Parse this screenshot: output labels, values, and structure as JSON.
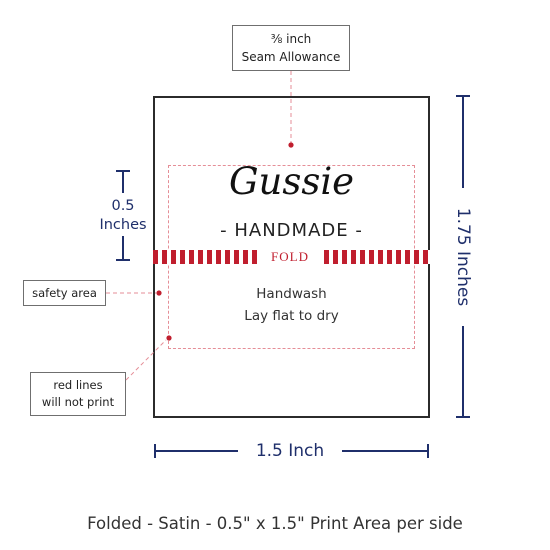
{
  "callouts": {
    "seam_allowance": [
      "⅜ inch",
      "Seam Allowance"
    ],
    "safety_area": "safety area",
    "red_lines": [
      "red lines",
      "will not print"
    ]
  },
  "label": {
    "brand": "Gussie",
    "subtitle": "- HANDMADE -",
    "fold": "FOLD",
    "care": [
      "Handwash",
      "Lay flat to dry"
    ]
  },
  "dimensions": {
    "half_height": [
      "0.5",
      "Inches"
    ],
    "height": "1.75 Inches",
    "width": "1.5 Inch"
  },
  "caption": "Folded - Satin - 0.5\" x 1.5\" Print Area per side",
  "colors": {
    "navy": "#1f2f6b",
    "fold_red": "#c01e2e",
    "safety_pink": "#e58e97",
    "outline": "#2b2b2b"
  }
}
